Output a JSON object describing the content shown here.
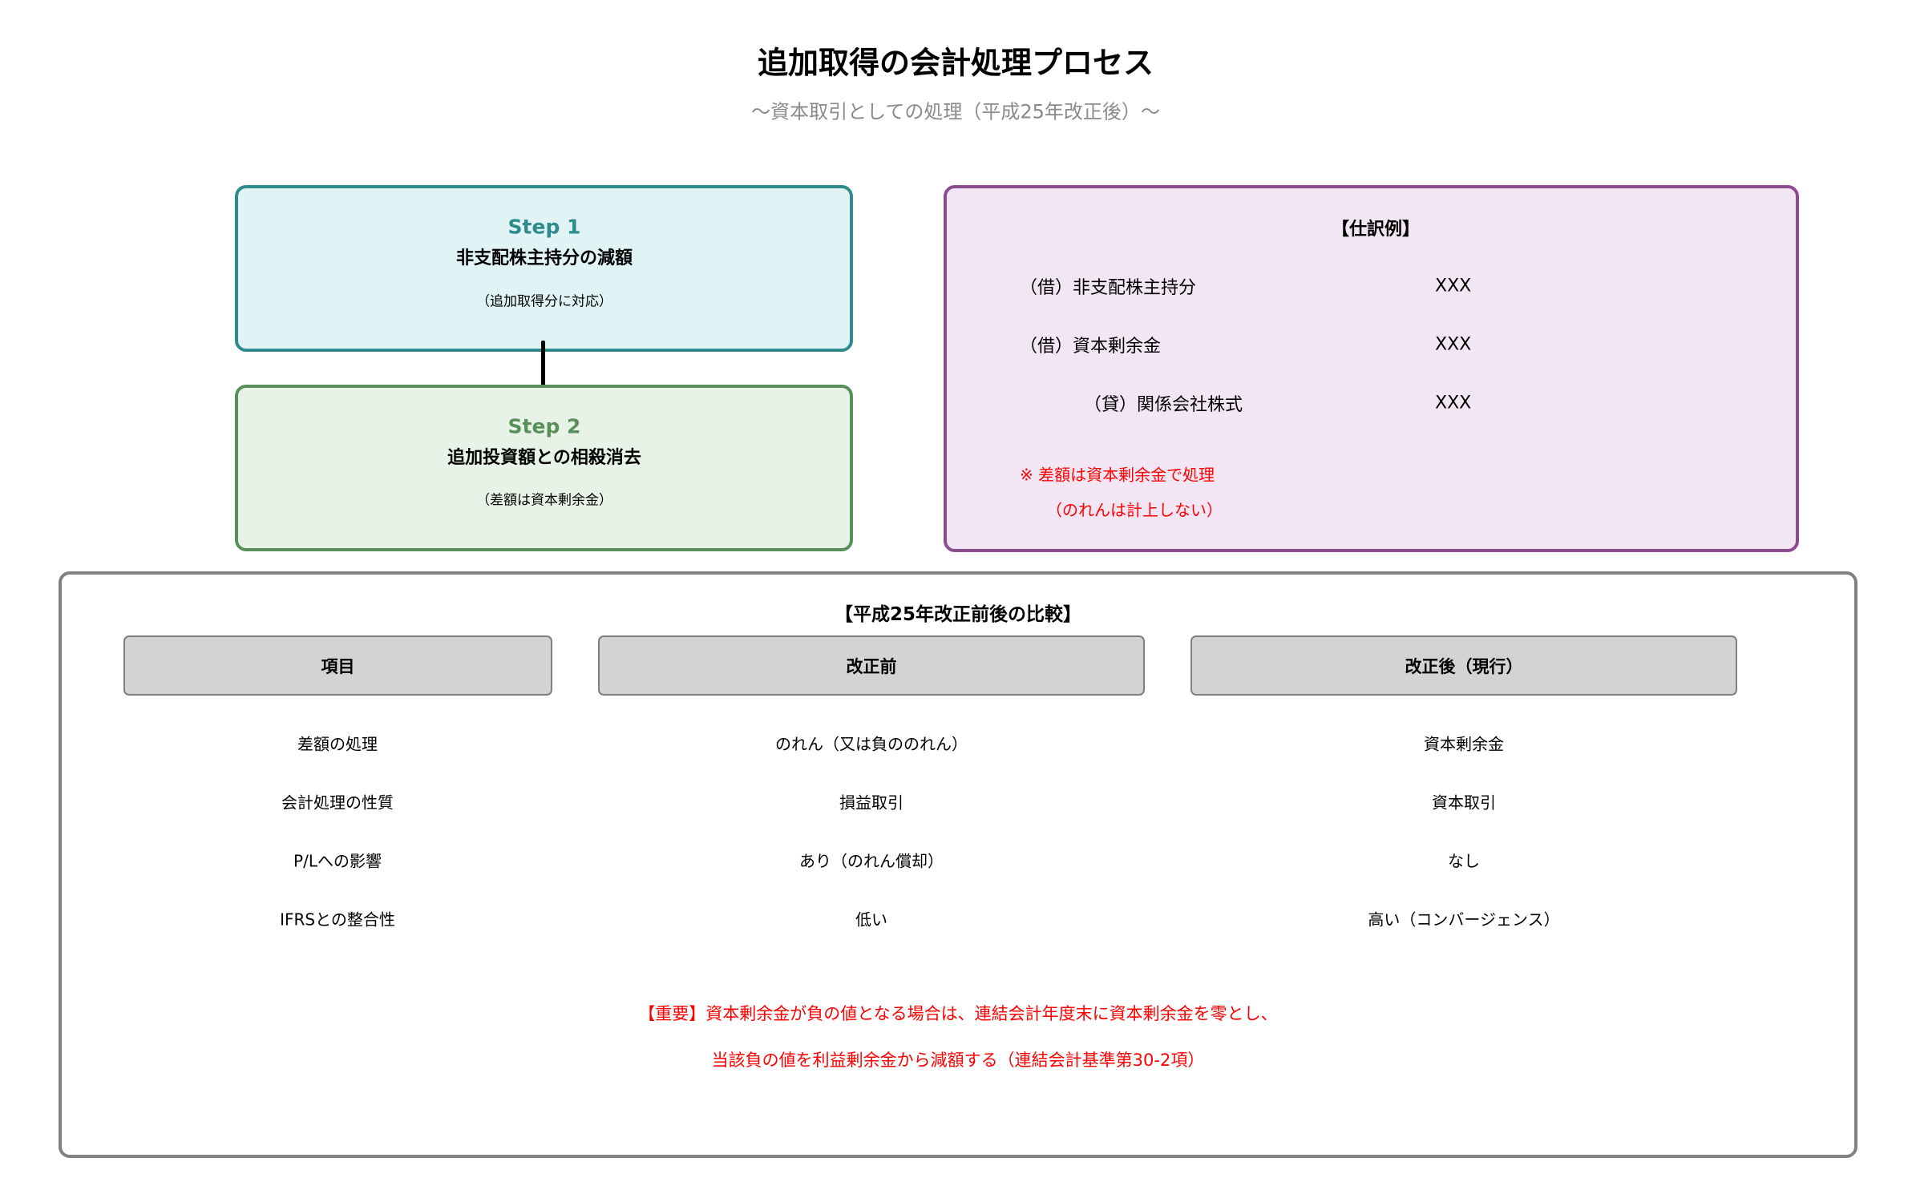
{
  "header": {
    "title": "追加取得の会計処理プロセス",
    "subtitle": "～資本取引としての処理（平成25年改正後）～"
  },
  "colors": {
    "step1_border": "#2e8b8b",
    "step1_fill": "#e0f4f6",
    "step2_border": "#5a8f5a",
    "step2_fill": "#e8f3e8",
    "journal_border": "#8b4c8f",
    "journal_fill": "#f3e6f4",
    "compare_border": "#808080",
    "header_cell_fill": "#d3d3d3",
    "warning_text": "#ff0000"
  },
  "steps": [
    {
      "label": "Step 1",
      "title": "非支配株主持分の減額",
      "note": "（追加取得分に対応）"
    },
    {
      "label": "Step 2",
      "title": "追加投資額との相殺消去",
      "note": "（差額は資本剰余金）"
    }
  ],
  "journal": {
    "heading": "【仕訳例】",
    "entries": [
      {
        "side": "（借）",
        "account": "非支配株主持分",
        "amount": "XXX"
      },
      {
        "side": "（借）",
        "account": "資本剰余金",
        "amount": "XXX"
      },
      {
        "side": "（貸）",
        "account": "関係会社株式",
        "amount": "XXX"
      }
    ],
    "note_line1": "※ 差額は資本剰余金で処理",
    "note_line2": "（のれんは計上しない）"
  },
  "comparison": {
    "heading": "【平成25年改正前後の比較】",
    "columns": [
      "項目",
      "改正前",
      "改正後（現行）"
    ],
    "rows": [
      [
        "差額の処理",
        "のれん（又は負ののれん）",
        "資本剰余金"
      ],
      [
        "会計処理の性質",
        "損益取引",
        "資本取引"
      ],
      [
        "P/Lへの影響",
        "あり（のれん償却）",
        "なし"
      ],
      [
        "IFRSとの整合性",
        "低い",
        "高い（コンバージェンス）"
      ]
    ],
    "important_line1": "【重要】資本剰余金が負の値となる場合は、連結会計年度末に資本剰余金を零とし、",
    "important_line2": "当該負の値を利益剰余金から減額する（連結会計基準第30-2項）"
  }
}
